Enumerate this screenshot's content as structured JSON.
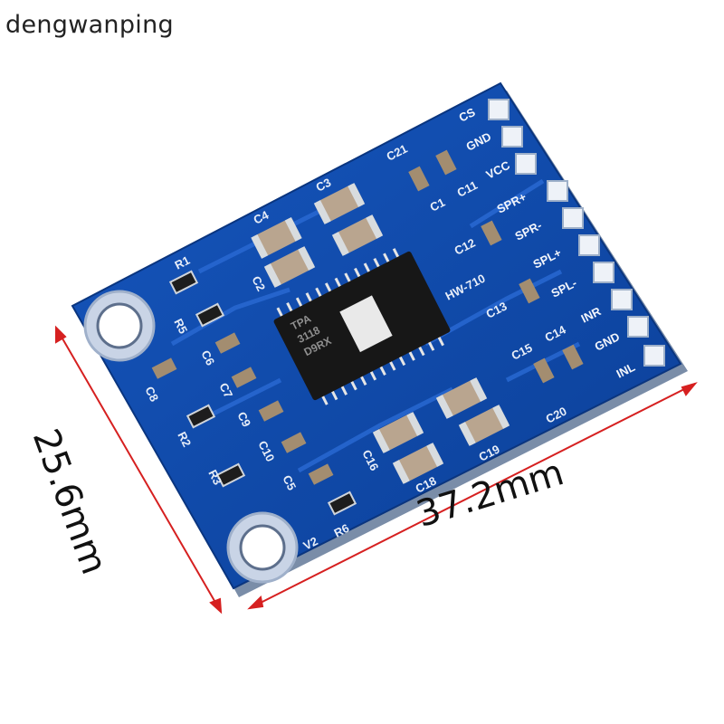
{
  "watermark": "dengwanping",
  "dimensions": {
    "width": "37.2mm",
    "height": "25.6mm"
  },
  "board": {
    "model": "HW-710",
    "chip_text": [
      "TPA",
      "3118",
      "D9RX"
    ],
    "pins": [
      "CS",
      "GND",
      "VCC",
      "SPR+",
      "SPR-",
      "SPL+",
      "SPL-",
      "INR",
      "GND",
      "INL"
    ],
    "component_labels": [
      "C21",
      "C3",
      "C4",
      "C1",
      "C11",
      "C12",
      "C13",
      "C14",
      "C15",
      "C20",
      "C19",
      "C18",
      "C16",
      "C2",
      "R1",
      "R5",
      "R6",
      "R3",
      "R2",
      "C8",
      "C6",
      "C7",
      "C9",
      "C10",
      "C5",
      "V2"
    ]
  },
  "colors": {
    "board": "#0f47a8",
    "dim_line": "#d62020"
  }
}
